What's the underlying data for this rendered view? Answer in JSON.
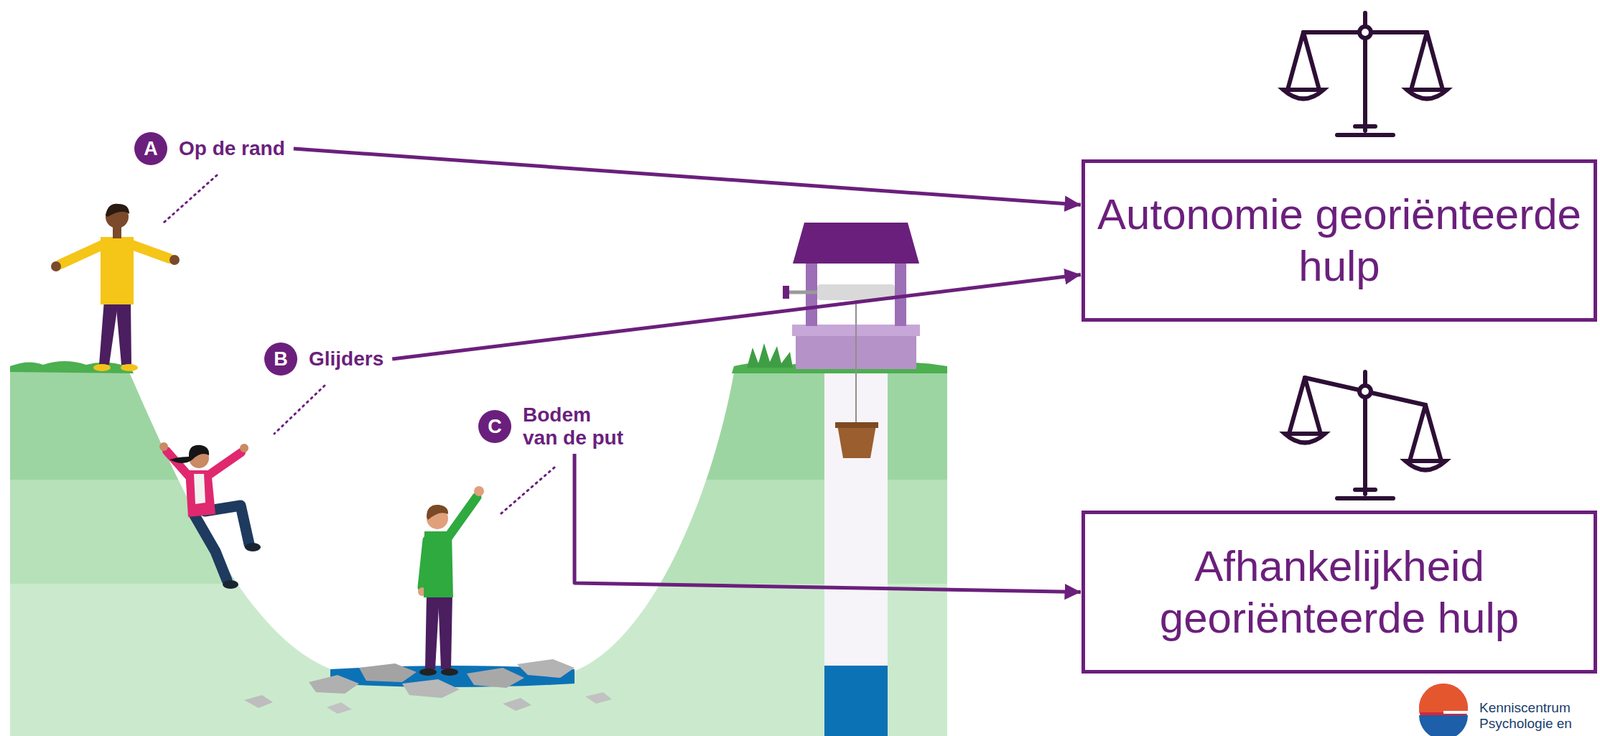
{
  "diagram": {
    "nodes": [
      {
        "text": [
          "A",
          "Op de rand"
        ]
      },
      {
        "text": [
          "B",
          "Glijders"
        ]
      },
      {
        "text": [
          "C",
          "Bodem van de put"
        ]
      },
      {
        "text": [
          "Autonomie georiënteerde hulp"
        ]
      },
      {
        "text": [
          "Afhankelijkheid georiënteerde hulp"
        ]
      }
    ],
    "edges": [
      {
        "from": 0,
        "to": 3,
        "arrow": "to"
      },
      {
        "from": 1,
        "to": 3,
        "arrow": "to"
      },
      {
        "from": 2,
        "to": 4,
        "arrow": "to"
      }
    ],
    "labels": [
      "Kenniscentrum Psychologie en"
    ]
  }
}
